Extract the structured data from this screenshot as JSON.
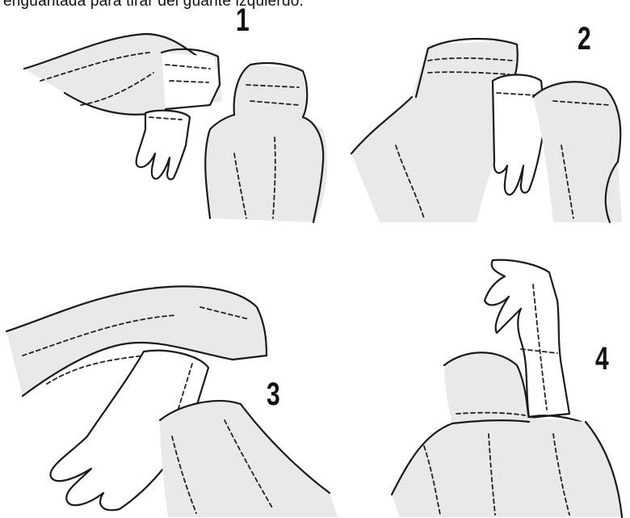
{
  "caption": "enguantada para tirar del guante izquierdo.",
  "steps": [
    {
      "number": "1"
    },
    {
      "number": "2"
    },
    {
      "number": "3"
    },
    {
      "number": "4"
    }
  ]
}
